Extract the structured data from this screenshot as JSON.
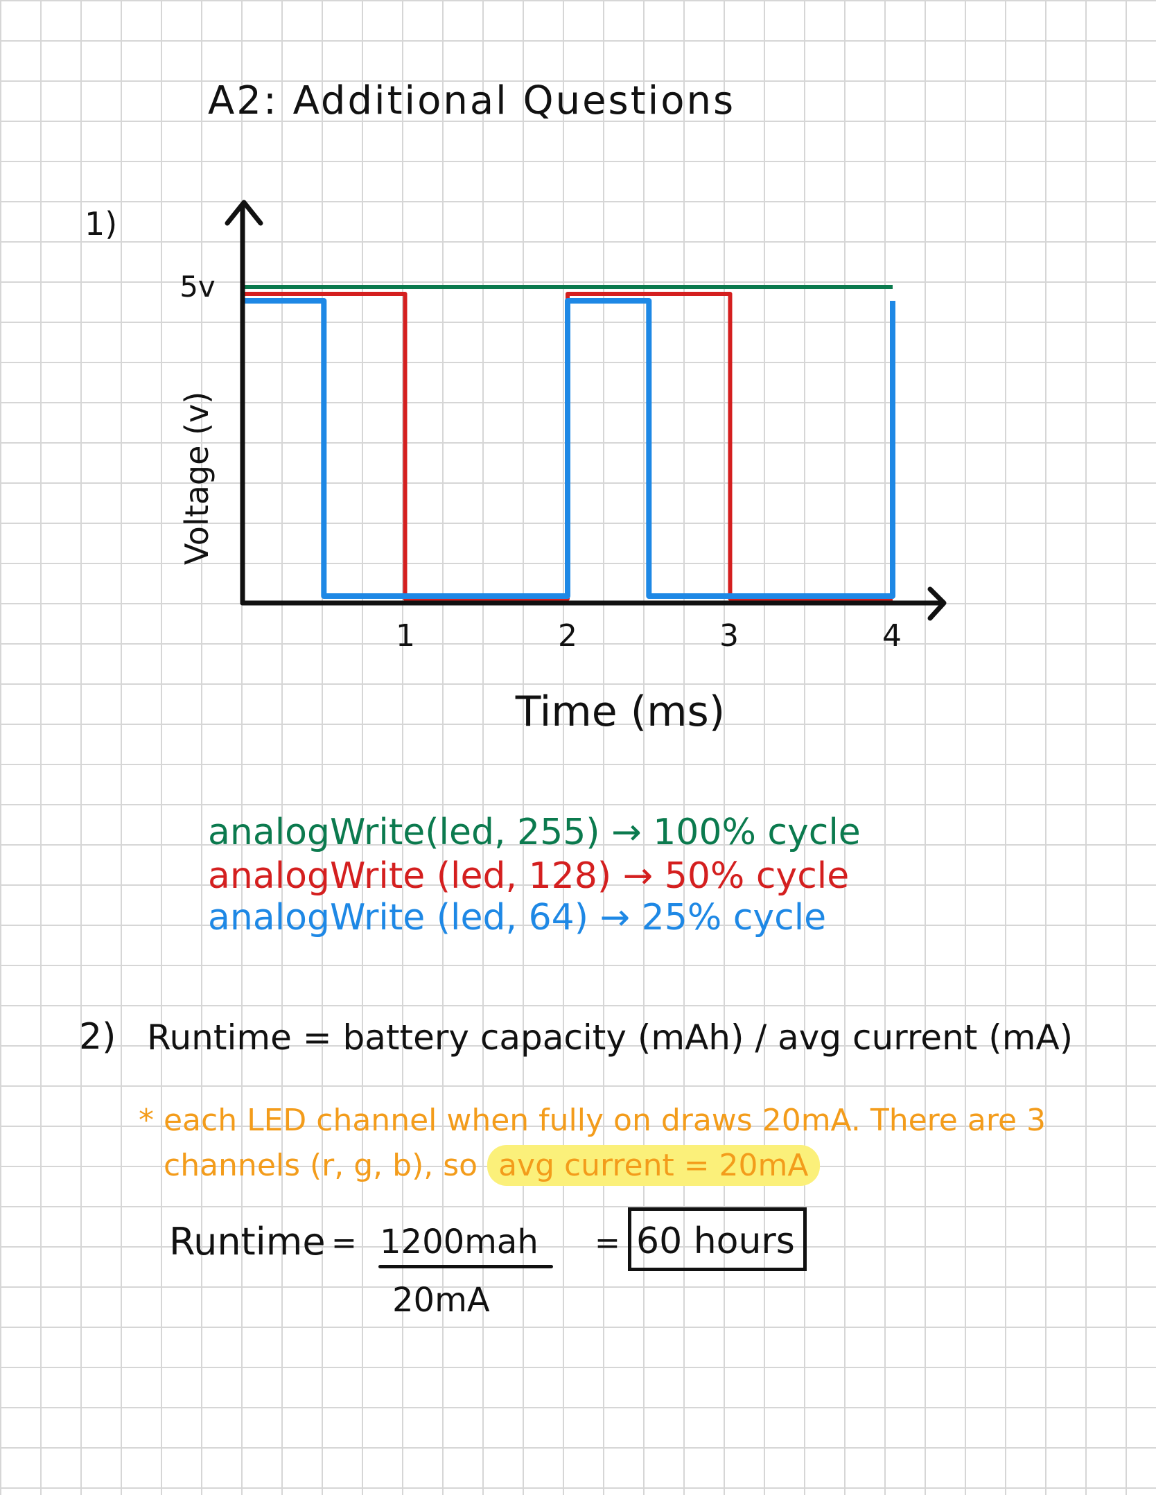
{
  "title": "A2: Additional Questions",
  "q1_label": "1)",
  "q2_label": "2)",
  "colors": {
    "green": "#0b7a4e",
    "red": "#d41f1f",
    "blue": "#1e88e5",
    "orange": "#f39c1b",
    "highlight": "#fbf07a",
    "ink": "#111111"
  },
  "chart_data": {
    "type": "line",
    "step": true,
    "xlabel": "Time (ms)",
    "ylabel": "Voltage (v)",
    "x_ticks": [
      "1",
      "2",
      "3",
      "4"
    ],
    "y_ticks": [
      "5v"
    ],
    "xlim": [
      0,
      4
    ],
    "ylim": [
      0,
      5
    ],
    "series": [
      {
        "color": "#0b7a4e",
        "x": [
          0,
          4
        ],
        "y": [
          5,
          5
        ]
      },
      {
        "color": "#d41f1f",
        "x": [
          0,
          1,
          1,
          2,
          2,
          3,
          3,
          4
        ],
        "y": [
          5,
          5,
          0,
          0,
          5,
          5,
          0,
          0
        ]
      },
      {
        "color": "#1e88e5",
        "x": [
          0,
          0.5,
          0.5,
          2,
          2,
          2.5,
          2.5,
          4,
          4
        ],
        "y": [
          5,
          5,
          0,
          0,
          5,
          5,
          0,
          0,
          5
        ]
      }
    ]
  },
  "legend": [
    {
      "text": "analogWrite(led, 255) → 100% cycle",
      "color": "#0b7a4e"
    },
    {
      "text": "analogWrite (led, 128) → 50% cycle",
      "color": "#d41f1f"
    },
    {
      "text": "analogWrite (led, 64) → 25% cycle",
      "color": "#1e88e5"
    }
  ],
  "formula": "Runtime = battery capacity (mAh) / avg current (mA)",
  "note_line1": "* each LED channel when fully on draws 20mA. There are 3",
  "note_line2_prefix": "channels (r, g, b), so",
  "note_line2_highlight": "avg current = 20mA",
  "calc": {
    "label": "Runtime",
    "eq": "=",
    "numerator": "1200mah",
    "denominator": "20mA",
    "eq2": "=",
    "result": "60 hours"
  }
}
